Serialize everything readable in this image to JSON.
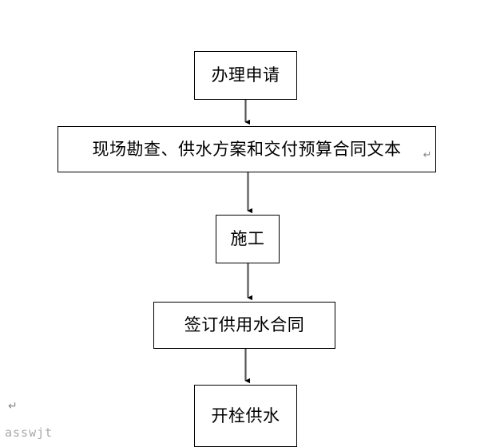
{
  "diagram": {
    "type": "flowchart",
    "orientation": "vertical",
    "background_color": "#ffffff",
    "line_color": "#000000",
    "text_color": "#000000",
    "nodes": [
      {
        "id": "node-1",
        "label": "办理申请"
      },
      {
        "id": "node-2",
        "label": "现场勘查、供水方案和交付预算合同文本"
      },
      {
        "id": "node-3",
        "label": "施工"
      },
      {
        "id": "node-4",
        "label": "签订供用水合同"
      },
      {
        "id": "node-5",
        "label": "开栓供水"
      }
    ],
    "connectors": [
      {
        "from": "node-1",
        "to": "node-2",
        "arrow": "down"
      },
      {
        "from": "node-2",
        "to": "node-3",
        "arrow": "down"
      },
      {
        "from": "node-3",
        "to": "node-4",
        "arrow": "down"
      },
      {
        "from": "node-4",
        "to": "node-5",
        "arrow": "down"
      }
    ]
  },
  "marks": {
    "paragraph_return": "↵",
    "paragraph_return_color": "#8a8a8a"
  },
  "footer": {
    "watermark": "asswjt",
    "watermark_color": "#a9a9a9"
  }
}
